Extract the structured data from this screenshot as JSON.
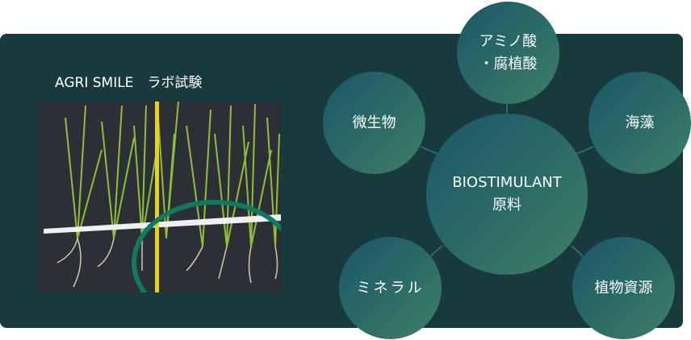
{
  "lab": {
    "title": "AGRI SMILE　ラボ試験"
  },
  "diagram": {
    "center": {
      "line1": "BIOSTIMULANT",
      "line2": "原料"
    },
    "nodes": [
      {
        "line1": "アミノ酸",
        "line2": "・腐植酸"
      },
      {
        "line1": "微生物"
      },
      {
        "line1": "海藻"
      },
      {
        "line1": "ミネラル"
      },
      {
        "line1": "植物資源"
      }
    ]
  },
  "colors": {
    "panel": "#193a3c",
    "highlight": "#0f7a5e",
    "ruler": "#e8d21a"
  }
}
